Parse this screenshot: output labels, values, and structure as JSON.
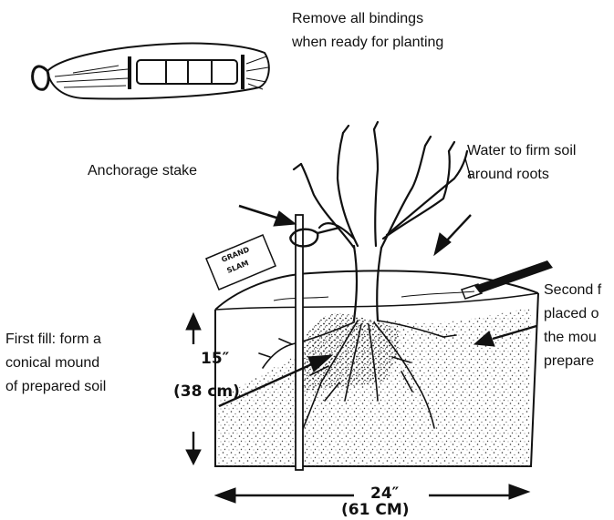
{
  "labels": {
    "bindings_line1": "Remove all bindings",
    "bindings_line2": "when ready for planting",
    "anchorage": "Anchorage stake",
    "water_line1": "Water to firm soil",
    "water_line2": "around roots",
    "second_line1": "Second f",
    "second_line2": "placed o",
    "second_line3": "the mou",
    "second_line4": "prepare",
    "first_line1": "First fill: form a",
    "first_line2": "conical mound",
    "first_line3": "of prepared soil"
  },
  "dimensions": {
    "depth_in": "15″",
    "depth_cm": "(38 cm)",
    "width_in": "24″",
    "width_cm": "(61 CM)"
  },
  "tag": {
    "line1": "GRAND",
    "line2": "SLAM"
  },
  "colors": {
    "ink": "#111111",
    "paper": "#ffffff"
  }
}
